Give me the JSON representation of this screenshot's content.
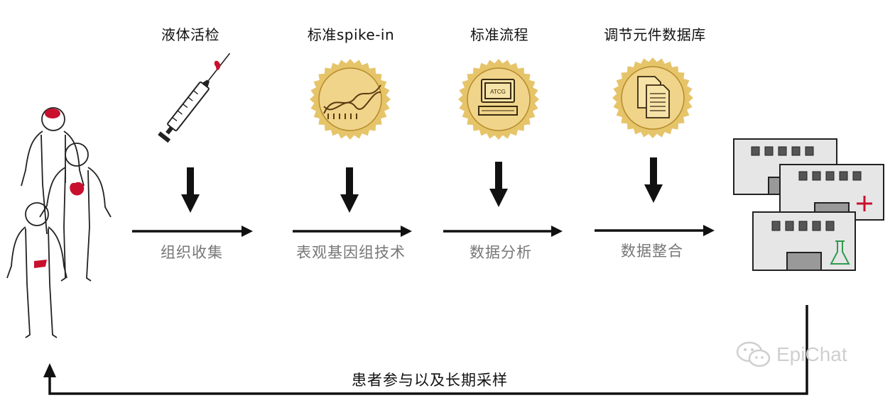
{
  "top_labels": {
    "liquid_biopsy": "液体活检",
    "standard_spike_in": "标准spike-in",
    "standard_pipeline": "标准流程",
    "regulatory_db": "调节元件数据库"
  },
  "steps": {
    "tissue_collection": "组织收集",
    "epigenomic_tech": "表观基因组技术",
    "data_analysis": "数据分析",
    "data_integration": "数据整合"
  },
  "bottom": {
    "feedback": "患者参与以及长期采样"
  },
  "monitor_text": "ATCG",
  "watermark": {
    "text": "EpiChat",
    "icon": "wechat-icon"
  },
  "colors": {
    "accent_red": "#c8102e",
    "badge_fill": "#f0d48a",
    "badge_edge": "#e6c46a",
    "arrow": "#111111",
    "flask_green": "#2e9b4f"
  },
  "icons": [
    "syringe-icon",
    "dna-badge-icon",
    "computer-badge-icon",
    "documents-badge-icon",
    "hospital-icon",
    "patients-icon"
  ]
}
